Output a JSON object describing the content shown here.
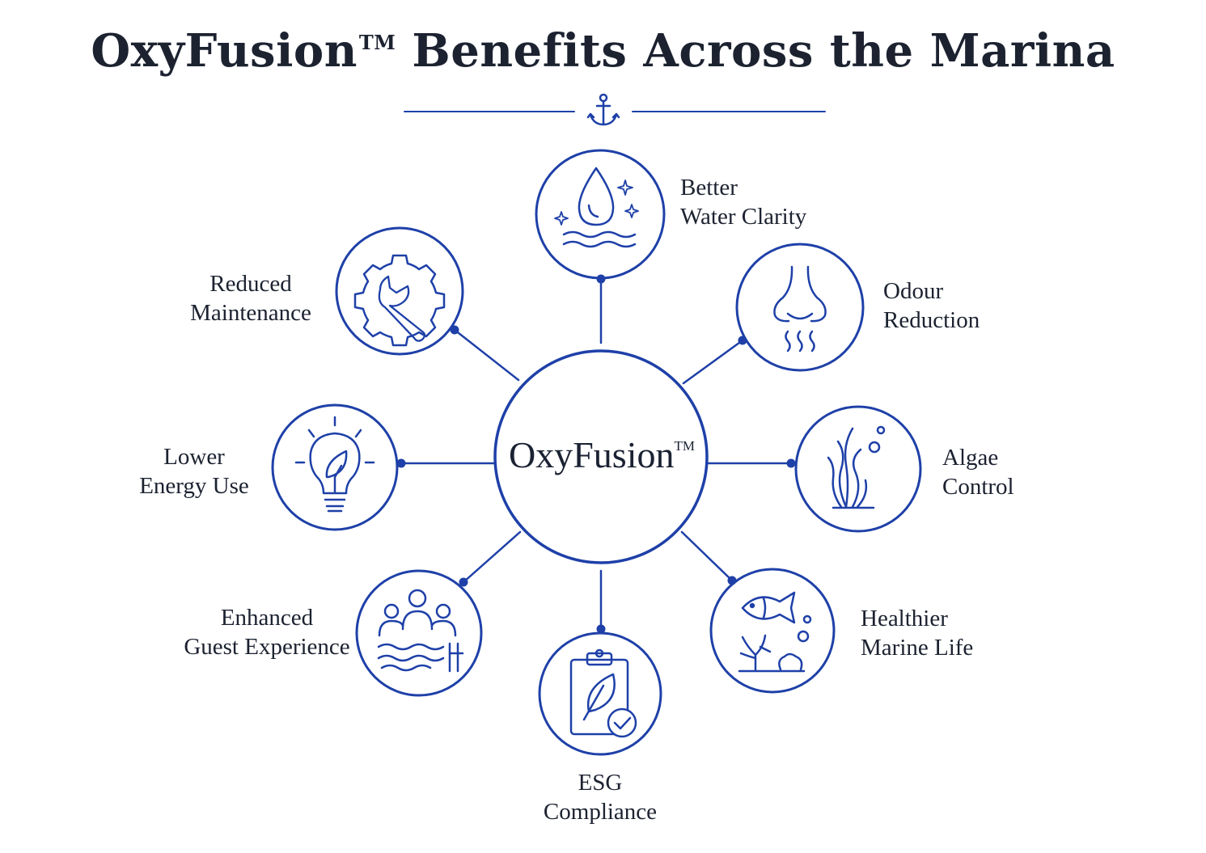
{
  "title": {
    "text": "OxyFusion",
    "trademark": "TM",
    "suffix": "Benefits Across the Marina"
  },
  "hub": {
    "text": "OxyFusion",
    "trademark": "TM"
  },
  "colors": {
    "accent": "#1e40a8",
    "text": "#1c2230",
    "background": "#ffffff"
  },
  "benefits": [
    {
      "line1": "Better",
      "line2": "Water Clarity",
      "icon": "water-drop-icon"
    },
    {
      "line1": "Odour",
      "line2": "Reduction",
      "icon": "nose-icon"
    },
    {
      "line1": "Algae",
      "line2": "Control",
      "icon": "seaweed-icon"
    },
    {
      "line1": "Healthier",
      "line2": "Marine Life",
      "icon": "fish-coral-icon"
    },
    {
      "line1": "ESG",
      "line2": "Compliance",
      "icon": "clipboard-leaf-icon"
    },
    {
      "line1": "Enhanced",
      "line2": "Guest Experience",
      "icon": "people-water-icon"
    },
    {
      "line1": "Lower",
      "line2": "Energy Use",
      "icon": "lightbulb-leaf-icon"
    },
    {
      "line1": "Reduced",
      "line2": "Maintenance",
      "icon": "gear-wrench-icon"
    }
  ],
  "divider_icon": "anchor-icon"
}
